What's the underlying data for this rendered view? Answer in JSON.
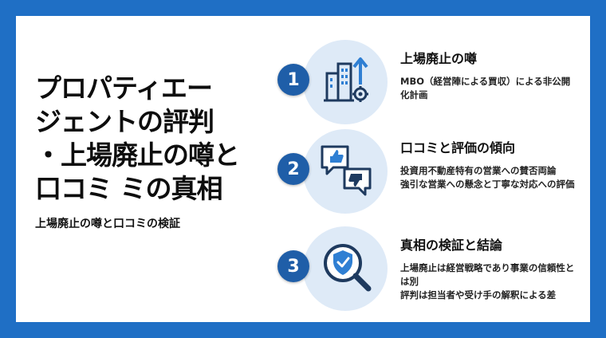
{
  "title": "プロパティエー\nジェントの評判\n・上場廃止の噂と\n口コミ ミの真相",
  "subtitle": "上場廃止の噂と口コミの検証",
  "items": [
    {
      "number": "1",
      "icon": "building-growth-icon",
      "heading": "上場廃止の噂",
      "lines": [
        "MBO（経営陣による買収）による非公開",
        "化計画"
      ]
    },
    {
      "number": "2",
      "icon": "speech-bubbles-thumbs-icon",
      "heading": "口コミと評価の傾向",
      "lines": [
        "投資用不動産特有の営業への賛否両論",
        "強引な営業への懸念と丁寧な対応への評価"
      ]
    },
    {
      "number": "3",
      "icon": "magnifier-shield-icon",
      "heading": "真相の検証と結論",
      "lines": [
        "上場廃止は経営戦略であり事業の信頼性と",
        "は別",
        "評判は担当者や受け手の解釈による差"
      ]
    }
  ],
  "colors": {
    "frame": "#1f6fc5",
    "badge": "#1f5ea8",
    "circle": "#deeaf7",
    "icon_dark": "#1e3a5f",
    "icon_blue": "#2f7fd3"
  }
}
